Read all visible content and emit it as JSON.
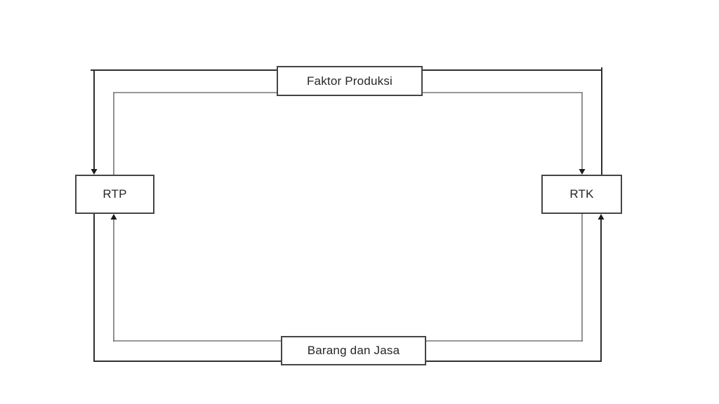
{
  "diagram": {
    "type": "circular-flow-diagram",
    "background": "#ffffff",
    "colors": {
      "outer_line": "#2f2f2f",
      "inner_line": "#767676",
      "arrowhead": "#1c1c1c",
      "box_border": "#454545",
      "box_fill": "#ffffff",
      "text": "#262626"
    },
    "boxes": [
      {
        "id": "faktor-produksi",
        "label": "Faktor Produksi"
      },
      {
        "id": "rtp",
        "label": "RTP"
      },
      {
        "id": "rtk",
        "label": "RTK"
      },
      {
        "id": "barang-dan-jasa",
        "label": "Barang dan Jasa"
      }
    ],
    "connectors": [
      {
        "id": "top-outer",
        "from": "RTK",
        "to": "RTP",
        "via": "Faktor Produksi",
        "arrow_into": "RTP top"
      },
      {
        "id": "top-inner",
        "from": "RTP",
        "to": "RTK",
        "via": "Faktor Produksi",
        "arrow_into": "RTK top"
      },
      {
        "id": "bottom-inner",
        "from": "RTK",
        "to": "RTP",
        "via": "Barang dan Jasa",
        "arrow_into": "RTP bottom"
      },
      {
        "id": "bottom-outer",
        "from": "RTP",
        "to": "RTK",
        "via": "Barang dan Jasa",
        "arrow_into": "RTK bottom"
      }
    ]
  }
}
